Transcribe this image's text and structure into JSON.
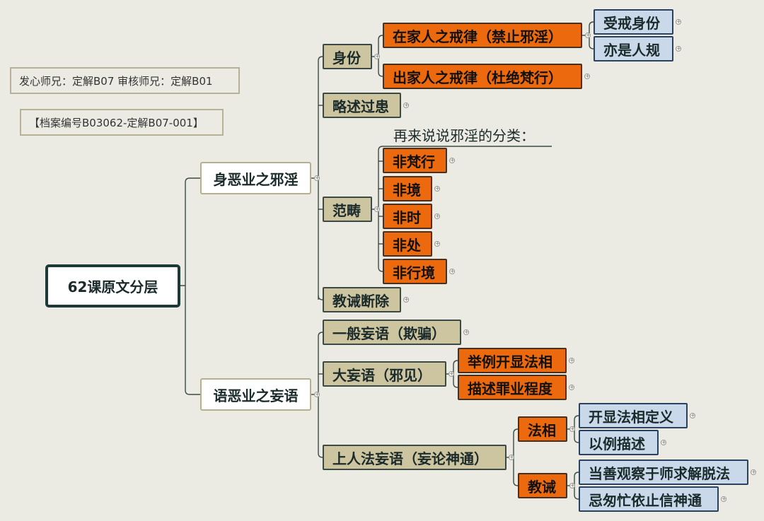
{
  "info": {
    "authors": "发心师兄：定解B07  审核师兄：定解B01",
    "archive": "【档案编号B03062-定解B07-001】"
  },
  "root": "62课原文分层",
  "branches": {
    "body": {
      "label": "身恶业之邪淫",
      "identity": {
        "label": "身份",
        "layperson": "在家人之戒律（禁止邪淫）",
        "receive": "受戒身份",
        "human_rule": "亦是人规",
        "monastic": "出家人之戒律（杜绝梵行）"
      },
      "faults": "略述过患",
      "category": {
        "label": "范畴",
        "intro": "再来说说邪淫的分类：",
        "items": [
          "非梵行",
          "非境",
          "非时",
          "非处",
          "非行境"
        ]
      },
      "cutoff": "教诫断除"
    },
    "speech": {
      "label": "语恶业之妄语",
      "general": "一般妄语（欺骗）",
      "great": {
        "label": "大妄语（邪见）",
        "example": "举例开显法相",
        "degree": "描述罪业程度"
      },
      "superhuman": {
        "label": "上人法妄语（妄论神通）",
        "dharma_aspect": "法相",
        "define": "开显法相定义",
        "example": "以例描述",
        "admonish": "教诫",
        "observe": "当善观察于师求解脱法",
        "avoid": "忌匆忙依止信神通"
      }
    }
  },
  "colors": {
    "line": "#3c4b45",
    "tan": "#cdc5a0",
    "orange": "#ec6a0d",
    "blue": "#c9d9ea"
  }
}
